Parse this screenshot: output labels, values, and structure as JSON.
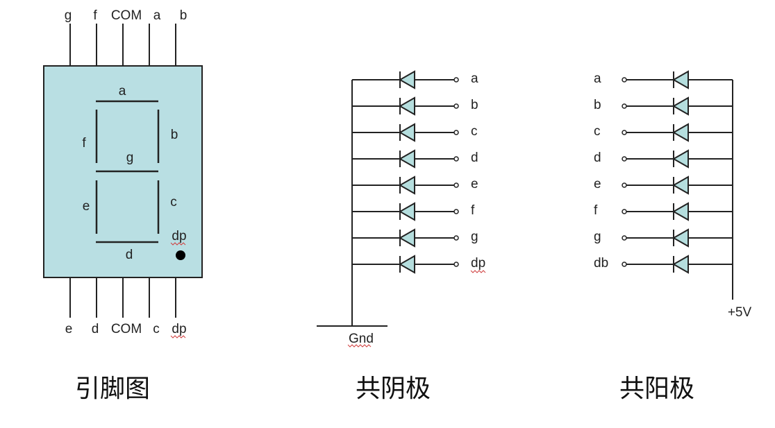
{
  "colors": {
    "display_body": "#b9dfe3",
    "diode_fill": "#b5dede",
    "line": "#222222",
    "background": "#ffffff"
  },
  "pinout": {
    "caption": "引脚图",
    "top_pins": [
      "g",
      "f",
      "COM",
      "a",
      "b"
    ],
    "bottom_pins": [
      "e",
      "d",
      "COM",
      "c",
      "dp"
    ],
    "segment_labels": {
      "a": "a",
      "b": "b",
      "c": "c",
      "d": "d",
      "e": "e",
      "f": "f",
      "g": "g",
      "dp": "dp"
    }
  },
  "common_cathode": {
    "caption": "共阴极",
    "terminals": [
      "a",
      "b",
      "c",
      "d",
      "e",
      "f",
      "g",
      "dp"
    ],
    "ground_label": "Gnd"
  },
  "common_anode": {
    "caption": "共阳极",
    "terminals": [
      "a",
      "b",
      "c",
      "d",
      "e",
      "f",
      "g",
      "db"
    ],
    "supply_label": "+5V"
  }
}
